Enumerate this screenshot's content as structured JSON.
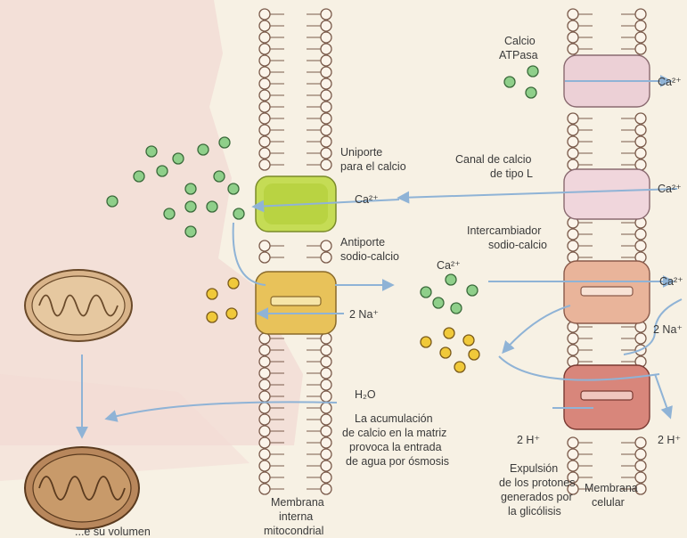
{
  "labels": {
    "calcio_atpasa": [
      "Calcio",
      "ATPasa"
    ],
    "canal_tipo_l": [
      "Canal de calcio",
      "de tipo L"
    ],
    "intercambiador": [
      "Intercambiador",
      "sodio-calcio"
    ],
    "uniporte": [
      "Uniporte",
      "para el calcio"
    ],
    "antiporte": [
      "Antiporte",
      "sodio-calcio"
    ],
    "acumulacion": [
      "La acumulación",
      "de calcio en la matriz",
      "provoca la entrada",
      "de agua por ósmosis"
    ],
    "expulsion": [
      "Expulsión",
      "de los protones",
      "generados por",
      "la glicólisis"
    ],
    "membrana_celular": [
      "Membrana",
      "celular"
    ],
    "membrana_interna": [
      "Membrana",
      "interna",
      "mitocondrial"
    ],
    "bottom_left_fragment": "...e su volumen"
  },
  "ions": {
    "ca_right_top": "Ca²⁺",
    "ca_right_mid": "Ca²⁺",
    "ca_right_low": "Ca²⁺",
    "ca_uniporte": "Ca²⁺",
    "ca_cytosol": "Ca²⁺",
    "na_antiporte": "2 Na⁺",
    "na_right": "2 Na⁺",
    "h2o": "H₂O",
    "h_left": "2 H⁺",
    "h_right": "2 H⁺"
  },
  "colors": {
    "calcium": "#8fcf8a",
    "sodium": "#f0c93a",
    "uniporter": "#c5dc55",
    "antiporter": "#e8c25a",
    "atpase": "#ecd0d6",
    "l_channel": "#f0d6dc",
    "exchanger": "#e9b49a",
    "proton_exchanger": "#d8867b",
    "membrane_head": "#fbf4ea",
    "membrane_outline": "#7a5a4a",
    "mitochondrion": "#c69a6e",
    "arrow": "#8fb3d6",
    "background": "#f7f1e4",
    "tint": "#f1d2ce"
  }
}
